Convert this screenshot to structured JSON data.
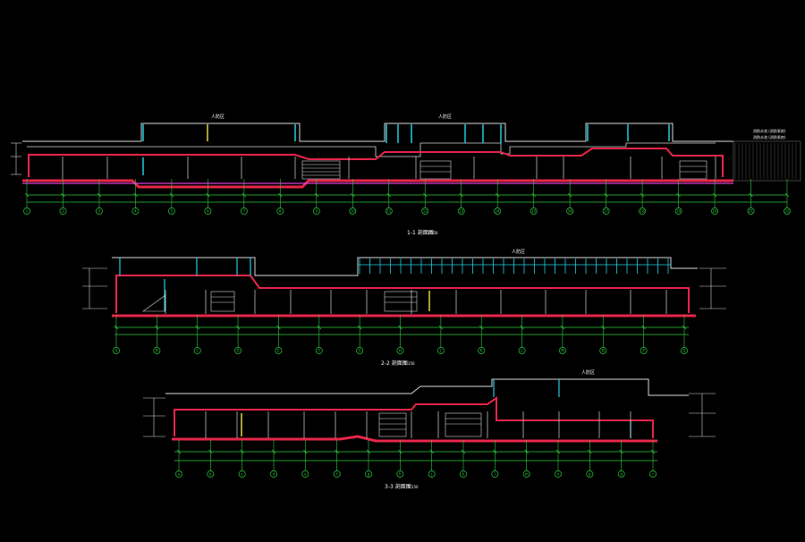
{
  "colors": {
    "background": "#000000",
    "wall": "#e8264a",
    "floor": "#e8264a",
    "magenta": "#e040e0",
    "line": "#d8d8d8",
    "grid": "#2ecc40",
    "cyan": "#22d0e0",
    "yellow": "#e0d040",
    "label": "#ffffff"
  },
  "sections": [
    {
      "id": "section-1",
      "title": "1-1 剖面图",
      "scale": "1:150",
      "axis_labels": [
        "1",
        "2",
        "3",
        "4",
        "5",
        "6",
        "7",
        "8",
        "9",
        "10",
        "11",
        "12",
        "13",
        "14",
        "15",
        "16",
        "17",
        "18",
        "19",
        "20",
        "21",
        "22"
      ],
      "tags": [
        "人防区",
        "人防区"
      ],
      "notes": [
        "消防水池 (消防泵房)",
        "消防水池 (消防泵房)"
      ]
    },
    {
      "id": "section-2",
      "title": "2-2 剖面图",
      "scale": "1:150",
      "axis_labels": [
        "A",
        "B",
        "C",
        "D",
        "E",
        "F",
        "G",
        "H",
        "J",
        "K",
        "L",
        "M",
        "N",
        "P",
        "Q"
      ],
      "tags": [
        "人防区"
      ]
    },
    {
      "id": "section-3",
      "title": "3-3 剖面图",
      "scale": "1:150",
      "axis_labels": [
        "a",
        "b",
        "c",
        "d",
        "e",
        "f",
        "g",
        "h",
        "j",
        "k",
        "l",
        "m",
        "n",
        "p",
        "q",
        "r"
      ],
      "tags": [
        "人防区"
      ]
    }
  ]
}
